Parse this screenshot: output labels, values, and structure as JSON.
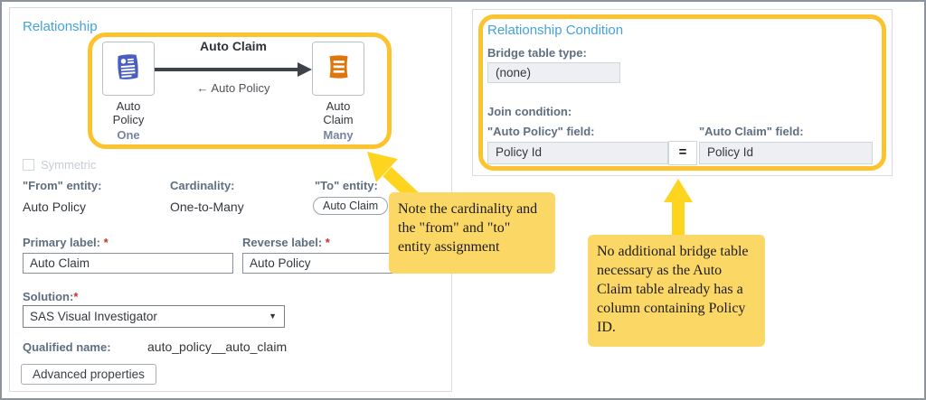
{
  "left_panel": {
    "title": "Relationship",
    "diagram": {
      "forward_label": "Auto Claim",
      "reverse_label": "← Auto Policy",
      "from_entity": {
        "name_lines": [
          "Auto",
          "Policy"
        ],
        "cardinality": "One"
      },
      "to_entity": {
        "name_lines": [
          "Auto",
          "Claim"
        ],
        "cardinality": "Many"
      }
    },
    "symmetric_label": "Symmetric",
    "required_marker": "*",
    "fields": {
      "from_entity_label": "\"From\" entity:",
      "from_entity_value": "Auto Policy",
      "cardinality_label": "Cardinality:",
      "cardinality_value": "One-to-Many",
      "to_entity_label": "\"To\" entity:",
      "to_entity_value": "Auto Claim",
      "primary_label": "Primary label:",
      "primary_value": "Auto Claim",
      "reverse_label": "Reverse label:",
      "reverse_value": "Auto Policy",
      "solution_label": "Solution:",
      "solution_value": "SAS Visual Investigator",
      "qualified_name_label": "Qualified name:",
      "qualified_name_value": "auto_policy__auto_claim"
    },
    "advanced_button": "Advanced properties"
  },
  "right_panel": {
    "title": "Relationship Condition",
    "bridge_table_label": "Bridge table type:",
    "bridge_table_value": "(none)",
    "join_condition_label": "Join condition:",
    "left_field_label": "\"Auto Policy\" field:",
    "left_field_value": "Policy Id",
    "operator": "=",
    "right_field_label": "\"Auto Claim\" field:",
    "right_field_value": "Policy Id"
  },
  "annotations": {
    "note_cardinality": "Note the cardinality and the \"from\" and \"to\" entity assignment",
    "note_bridge": "No additional bridge table necessary as the Auto Claim table already has a column containing Policy ID."
  },
  "colors": {
    "heading_blue": "#47a1d9",
    "highlight_yellow": "#fdc32f",
    "arrow_yellow": "#ffd41f",
    "callout_fill": "#fbd766",
    "policy_icon_blue": "#4a5ec2",
    "claim_icon_orange": "#e0750c"
  }
}
